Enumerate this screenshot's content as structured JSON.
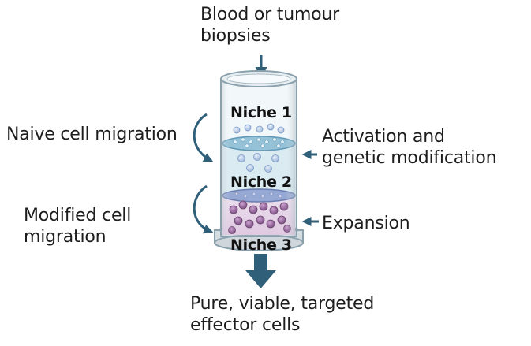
{
  "input_label": [
    "Blood or tumour",
    "biopsies"
  ],
  "output_label": [
    "Pure, viable, targeted",
    "effector cells"
  ],
  "left_steps": [
    {
      "lines": [
        "Naive cell migration"
      ]
    },
    {
      "lines": [
        "Modified cell",
        "migration"
      ]
    }
  ],
  "right_steps": [
    {
      "lines": [
        "Activation and",
        "genetic modification"
      ]
    },
    {
      "lines": [
        "Expansion"
      ]
    }
  ],
  "niches": [
    "Niche 1",
    "Niche 2",
    "Niche 3"
  ],
  "colors": {
    "arrow": "#2f5f79",
    "container_outline": "#8aa1ad",
    "niche1_fill": "#eef5f8",
    "niche2_fill": "#d2e6ef",
    "niche3_fill": "#ead8ea",
    "membrane": "#7fb2cc",
    "naive_cell": "#9fb9dc",
    "modified_cell": "#8e5a94",
    "text": "#1d1d1d"
  }
}
